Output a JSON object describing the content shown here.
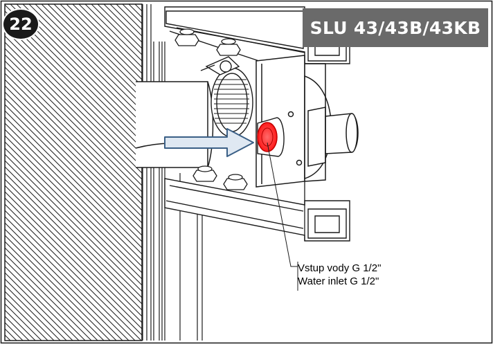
{
  "step_number": "22",
  "model_title": "SLU 43/43B/43KB",
  "callout": {
    "line1": "Vstup vody G 1/2\"",
    "line2": "Water inlet G 1/2\""
  },
  "colors": {
    "line": "#1a1a1a",
    "banner": "#6a6a6a",
    "inlet_highlight": "#ff2a2a",
    "arrow_fill": "#dfe8f2",
    "arrow_stroke": "#3a5f86"
  },
  "icons": {
    "flow_arrow": "arrow-right-icon"
  }
}
